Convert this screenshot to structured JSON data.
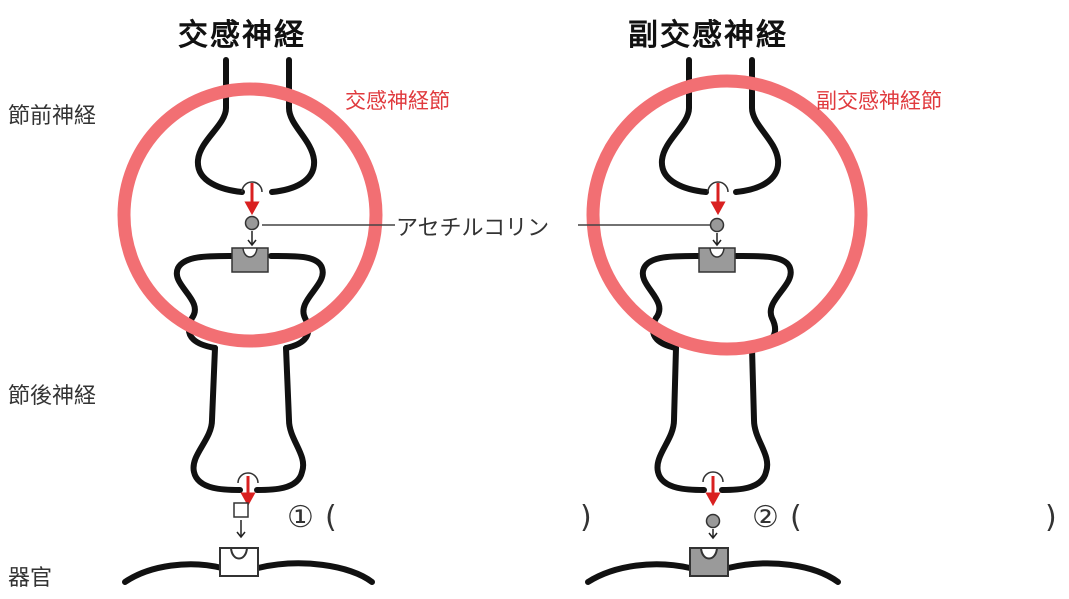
{
  "titles": {
    "sympathetic": "交感神経",
    "parasympathetic": "副交感神経"
  },
  "side_labels": {
    "preganglionic": "節前神経",
    "postganglionic": "節後神経",
    "organ": "器官"
  },
  "ganglion_labels": {
    "sympathetic": "交感神経節",
    "parasympathetic": "副交感神経節"
  },
  "neurotransmitter_label": "アセチルコリン",
  "blanks": {
    "first": {
      "number": "①",
      "open": "(",
      "close": ")"
    },
    "second": {
      "number": "②",
      "open": "(",
      "close": ")"
    }
  },
  "colors": {
    "ganglion_circle": "#f26f73",
    "arrow": "#d92020",
    "receptor_fill": "#9a9a9a",
    "outline": "#111111"
  }
}
